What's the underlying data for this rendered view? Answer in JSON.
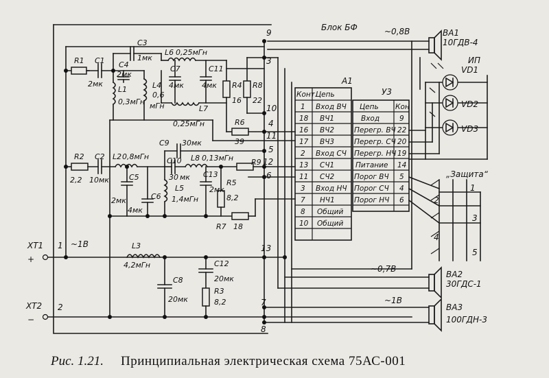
{
  "caption": {
    "prefix": "Рис. 1.21.",
    "text": "Принципиальная электрическая схема 75АС-001"
  },
  "block_bf": "Блок БФ",
  "voltage_08": "~0,8В",
  "voltage_07": "~0,7В",
  "voltage_1_left": "~1В",
  "voltage_1_right": "~1В",
  "protection": "„Защита“",
  "a1": {
    "title": "А1",
    "head_kont": "Конт.",
    "head_circuit": "Цепь",
    "rows": [
      {
        "n": "1",
        "name": "Вход ВЧ"
      },
      {
        "n": "18",
        "name": "ВЧ1"
      },
      {
        "n": "16",
        "name": "ВЧ2"
      },
      {
        "n": "17",
        "name": "ВЧ3"
      },
      {
        "n": "2",
        "name": "Вход СЧ"
      },
      {
        "n": "13",
        "name": "СЧ1"
      },
      {
        "n": "11",
        "name": "СЧ2"
      },
      {
        "n": "3",
        "name": "Вход НЧ"
      },
      {
        "n": "7",
        "name": "НЧ1"
      },
      {
        "n": "8",
        "name": "Общий"
      },
      {
        "n": "10",
        "name": "Общий"
      }
    ]
  },
  "u3": {
    "title": "У3",
    "head_circuit": "Цепь",
    "head_kont": "Кон",
    "rows": [
      {
        "name": "Вход",
        "n": "9"
      },
      {
        "name": "Перегр. ВЧ",
        "n": "22"
      },
      {
        "name": "Перегр. СЧ",
        "n": "20"
      },
      {
        "name": "Перегр. НЧ",
        "n": "19"
      },
      {
        "name": "Питание",
        "n": "14"
      },
      {
        "name": "Порог ВЧ",
        "n": "5"
      },
      {
        "name": "Порог СЧ",
        "n": "4"
      },
      {
        "name": "Порог НЧ",
        "n": "6"
      }
    ]
  },
  "components": {
    "R1": "R1",
    "C1": "C1",
    "C1v": "2мк",
    "C3": "C3",
    "C3v": "1мк",
    "C4": "C4",
    "C4v": "2мк",
    "L1": "L1",
    "L1v": "0,3мГн",
    "L6": "L6",
    "L6v": "0,25мГн",
    "C7": "C7",
    "C7v": "4мк",
    "L4": "L4",
    "L4v": "0,6",
    "L4u": "мГн",
    "C11": "C11",
    "C11v": "4мк",
    "L7": "L7",
    "L7v": "0,25мГн",
    "R4": "R4",
    "R4v": "16",
    "R8": "R8",
    "R8v": "22",
    "R6": "R6",
    "R6v": "39",
    "R2": "R2",
    "R2v": "2,2",
    "C2": "C2",
    "C2v": "10мк",
    "L2": "L2",
    "L2v": "0,8мГн",
    "C5": "C5",
    "C5v": "2мк",
    "C6": "C6",
    "C6v": "4мк",
    "C9": "C9",
    "C9v": "30мк",
    "C10": "C10",
    "C10v": "30",
    "C10u": "мк",
    "L5": "L5",
    "L5v": "1,4мГн",
    "L8": "L8",
    "L8v": "0,13мГн",
    "C13": "C13",
    "C13v": "2мк",
    "R5": "R5",
    "R5v": "8,2",
    "R9": "R9",
    "R7": "R7",
    "R7v": "18",
    "L3": "L3",
    "L3v": "4,2мГн",
    "C8": "C8",
    "C8v": "20мк",
    "C12": "C12",
    "C12v": "20мк",
    "R3": "R3",
    "R3v": "8,2"
  },
  "terminals": {
    "xt1": "XT1",
    "xt2": "XT2",
    "plus": "+",
    "minus": "−",
    "n1": "1",
    "n2": "2"
  },
  "nodes": {
    "t9": "9",
    "t3": "3",
    "t10": "10",
    "t4": "4",
    "t11": "11",
    "t5": "5",
    "t12": "12",
    "t6": "6",
    "t13": "13",
    "t7": "7",
    "t8": "8"
  },
  "speakers": {
    "ba1": "BA1",
    "ba1_type": "10ГДВ-4",
    "ba2": "BA2",
    "ba2_type": "30ГДС-1",
    "ba3": "BA3",
    "ba3_type": "100ГДН-3"
  },
  "leds": {
    "ip": "ИП",
    "vd1": "VD1",
    "vd2": "VD2",
    "vd3": "VD3"
  },
  "switch_pins": [
    "1",
    "2",
    "3",
    "4",
    "5"
  ]
}
